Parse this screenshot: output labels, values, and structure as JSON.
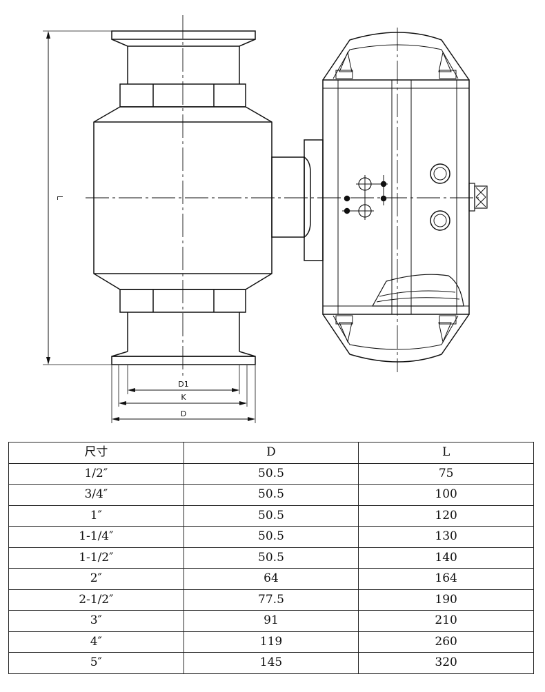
{
  "drawing": {
    "dimension_labels": {
      "d1": "D1",
      "k": "K",
      "d": "D",
      "l": "L"
    }
  },
  "table": {
    "headers": [
      "尺寸",
      "D",
      "L"
    ],
    "rows": [
      [
        "1/2″",
        "50.5",
        "75"
      ],
      [
        "3/4″",
        "50.5",
        "100"
      ],
      [
        "1″",
        "50.5",
        "120"
      ],
      [
        "1-1/4″",
        "50.5",
        "130"
      ],
      [
        "1-1/2″",
        "50.5",
        "140"
      ],
      [
        "2″",
        "64",
        "164"
      ],
      [
        "2-1/2″",
        "77.5",
        "190"
      ],
      [
        "3″",
        "91",
        "210"
      ],
      [
        "4″",
        "119",
        "260"
      ],
      [
        "5″",
        "145",
        "320"
      ]
    ]
  }
}
